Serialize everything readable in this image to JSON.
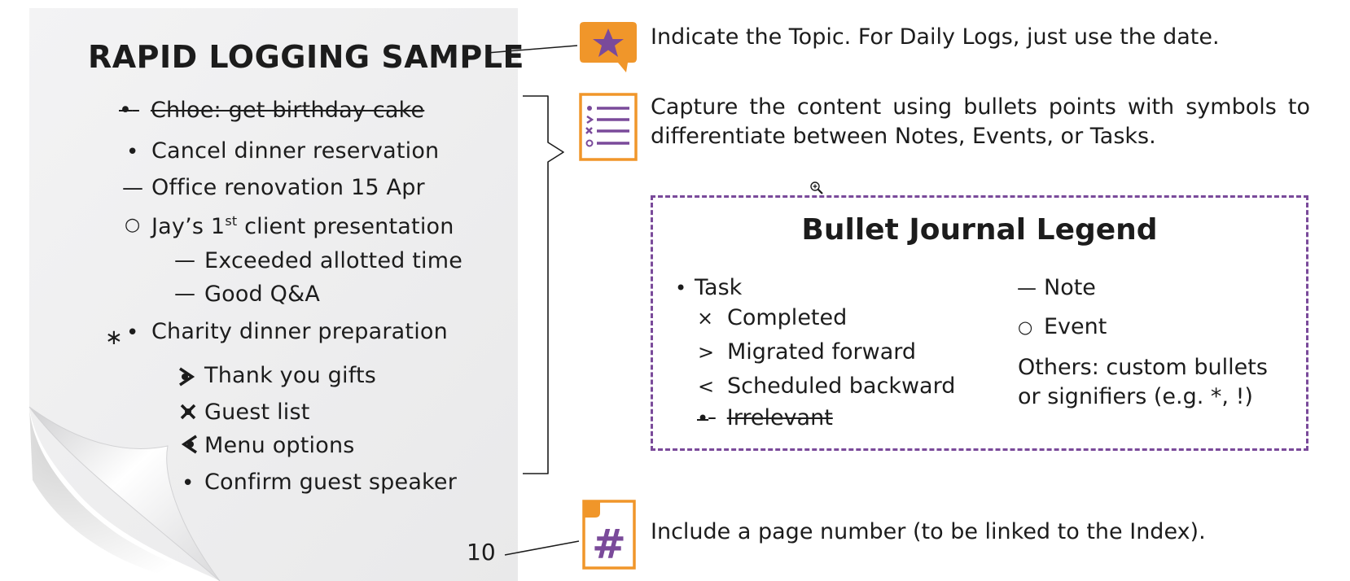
{
  "colors": {
    "accent_orange": "#f0962a",
    "accent_purple": "#7a4a9a",
    "page_gray": "#eeeeef"
  },
  "page": {
    "title": "RAPID LOGGING SAMPLE",
    "entries": [
      {
        "symbol": "•",
        "text": "Chloe: get birthday cake",
        "struck": true
      },
      {
        "symbol": "•",
        "text": "Cancel dinner reservation"
      },
      {
        "symbol": "—",
        "text": "Office renovation 15 Apr"
      },
      {
        "symbol": "○",
        "text_pre": "Jay’s 1",
        "text_sup": "st",
        "text_post": " client presentation"
      },
      {
        "symbol": "—",
        "text": "Exceeded allotted time"
      },
      {
        "symbol": "—",
        "text": "Good Q&A"
      },
      {
        "signifier": "∗",
        "symbol": "•",
        "text": "Charity dinner preparation"
      },
      {
        "symbol": "migrated-bullet",
        "text": "Thank you gifts"
      },
      {
        "symbol": "completed-bullet",
        "text": "Guest list"
      },
      {
        "symbol": "scheduled-bullet",
        "text": "Menu options"
      },
      {
        "symbol": "•",
        "text": "Confirm guest speaker"
      }
    ],
    "page_number": "10"
  },
  "callouts": {
    "topic": "Indicate the Topic. For Daily Logs, just use the date.",
    "content": "Capture the content using bullets points with symbols to differentiate between Notes, Events, or Tasks.",
    "page_number": "Include a page number (to be linked to the Index)."
  },
  "legend": {
    "title": "Bullet Journal Legend",
    "task": {
      "symbol": "•",
      "label": "Task"
    },
    "completed": {
      "symbol": "×",
      "label": "Completed"
    },
    "migrated": {
      "symbol": ">",
      "label": "Migrated forward"
    },
    "scheduled": {
      "symbol": "<",
      "label": "Scheduled backward"
    },
    "irrelevant": {
      "symbol": "•",
      "label": "Irrelevant"
    },
    "note": {
      "symbol": "—",
      "label": "Note"
    },
    "event": {
      "symbol": "○",
      "label": "Event"
    },
    "others": "Others: custom bullets or signifiers (e.g. *, !)"
  },
  "icons": {
    "topic": "star-speech-bubble-icon",
    "content": "bullet-list-icon",
    "page_number": "hashtag-note-icon",
    "cursor": "zoom-in-cursor-icon"
  }
}
